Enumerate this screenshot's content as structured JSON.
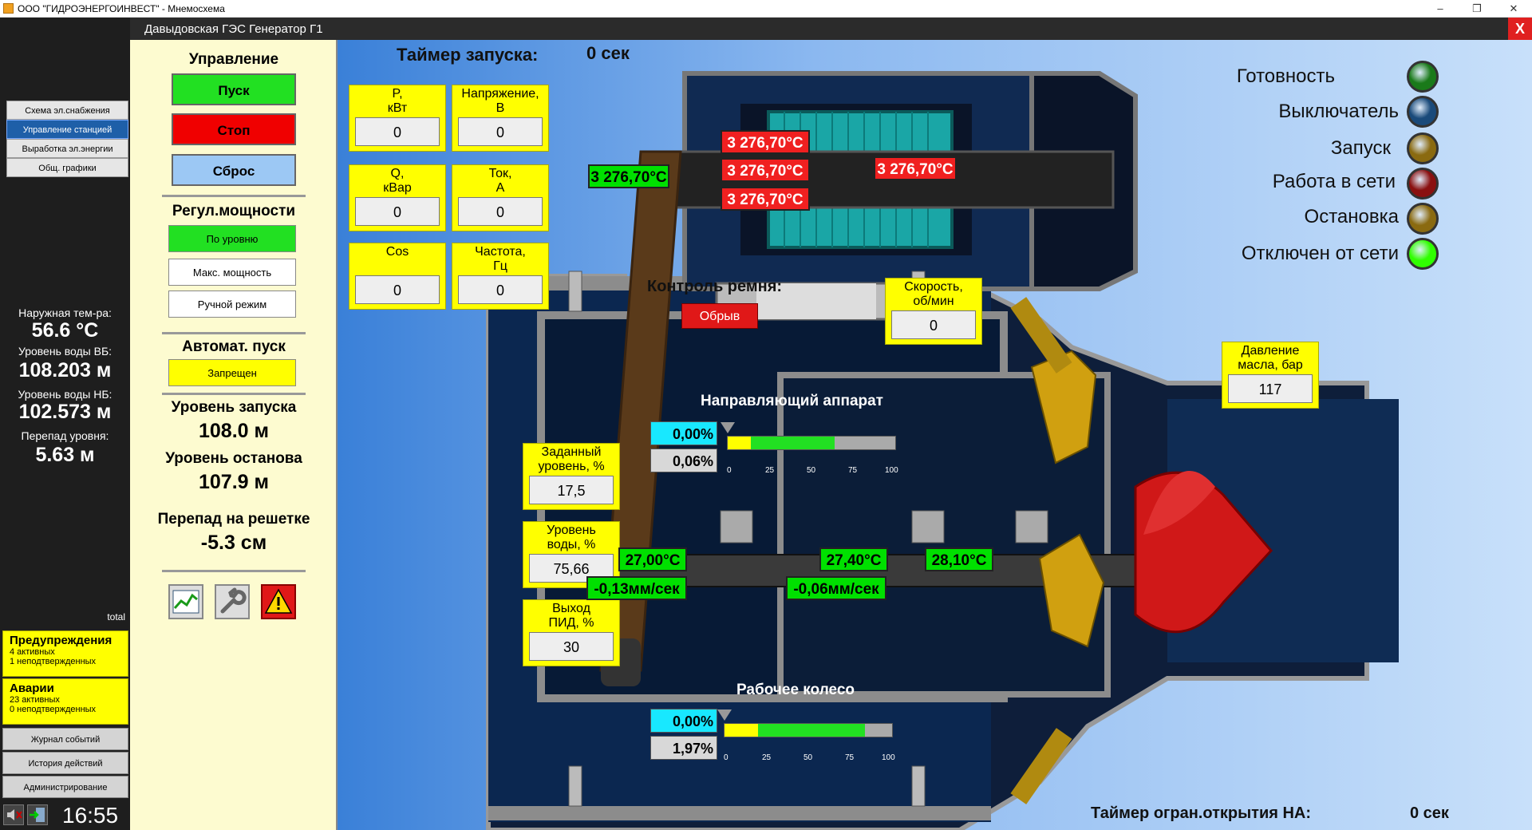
{
  "window": {
    "title": "ООО \"ГИДРОЭНЕРГОИНВЕСТ\" - Мнемосхема",
    "minimize": "–",
    "restore": "❐",
    "close": "✕"
  },
  "nav": {
    "items": [
      "Схема эл.снабжения",
      "Управление станцией",
      "Выработка эл.энергии",
      "Общ. графики"
    ]
  },
  "env": {
    "outdoor_label": "Наружная тем-ра:",
    "outdoor_value": "56.6 °C",
    "vb_label": "Уровень воды ВБ:",
    "vb_value": "108.203 м",
    "nb_label": "Уровень воды НБ:",
    "nb_value": "102.573 м",
    "diff_label": "Перепад уровня:",
    "diff_value": "5.63 м",
    "total": "total"
  },
  "alarms": {
    "warn_title": "Предупреждения",
    "warn_active": "4 активных",
    "warn_unack": "1 неподтвержденных",
    "alarm_title": "Аварии",
    "alarm_active": "23 активных",
    "alarm_unack": "0 неподтвержденных"
  },
  "footer": {
    "journal": "Журнал событий",
    "history": "История действий",
    "admin": "Администрирование",
    "clock": "16:55"
  },
  "header": {
    "title": "Давыдовская ГЭС Генератор Г1",
    "close": "X"
  },
  "control": {
    "title": "Управление",
    "start": "Пуск",
    "stop": "Стоп",
    "reset": "Сброс",
    "power_title": "Регул.мощности",
    "mode_level": "По уровню",
    "mode_max": "Макс. мощность",
    "mode_manual": "Ручной режим",
    "auto_title": "Автомат. пуск",
    "auto_state": "Запрещен",
    "start_level_label": "Уровень запуска",
    "start_level": "108.0 м",
    "stop_level_label": "Уровень останова",
    "stop_level": "107.9 м",
    "grid_diff_label": "Перепад на решетке",
    "grid_diff": "-5.3 см"
  },
  "main": {
    "timer_label": "Таймер запуска:",
    "timer_value": "0 сек",
    "p_label": "P,\nкВт",
    "p_value": "0",
    "u_label": "Напряжение,\nВ",
    "u_value": "0",
    "q_label": "Q,\nкВар",
    "q_value": "0",
    "i_label": "Ток,\nА",
    "i_value": "0",
    "cos_label": "Cos",
    "cos_value": "0",
    "f_label": "Частота,\nГц",
    "f_value": "0",
    "belt_label": "Контроль ремня:",
    "belt_state": "Обрыв",
    "speed_label": "Скорость,\nоб/мин",
    "speed_value": "0",
    "oil_label": "Давление\nмасла, бар",
    "oil_value": "117",
    "set_level_label": "Заданный\nуровень, %",
    "set_level": "17,5",
    "water_level_label": "Уровень\nводы, %",
    "water_level": "75,66",
    "pid_label": "Выход\nПИД, %",
    "pid_value": "30",
    "temps": {
      "t1": "3 276,70°C",
      "t2": "3 276,70°C",
      "t3": "3 276,70°C",
      "t4": "3 276,70°C",
      "t5": "3 276,70°C",
      "b1": "27,00°C",
      "b2": "27,40°C",
      "b3": "28,10°C"
    },
    "vibr": {
      "v1": "-0,13мм/сек",
      "v2": "-0,06мм/сек"
    },
    "guide_title": "Направляющий аппарат",
    "guide_set": "0,00%",
    "guide_act": "0,06%",
    "guide_set_fraction": 0.0,
    "guide_act_fraction": 0.0006,
    "runner_title": "Рабочее колесо",
    "runner_set": "0,00%",
    "runner_act": "1,97%",
    "runner_set_fraction": 0.0,
    "runner_act_fraction": 0.0197,
    "ticks": [
      "0",
      "25",
      "50",
      "75",
      "100"
    ],
    "ogr_timer_label": "Таймер огран.открытия НА:",
    "ogr_timer_value": "0 сек"
  },
  "status": {
    "ready": "Готовность",
    "breaker": "Выключатель",
    "start": "Запуск",
    "grid": "Работа в сети",
    "stop": "Остановка",
    "off_grid": "Отключен от сети",
    "colors": {
      "ready": "#1a7a1a",
      "breaker": "#1a4a7a",
      "start": "#8a6a10",
      "grid": "#8a1010",
      "stop": "#8a6a10",
      "off_grid": "#30ff00"
    }
  }
}
